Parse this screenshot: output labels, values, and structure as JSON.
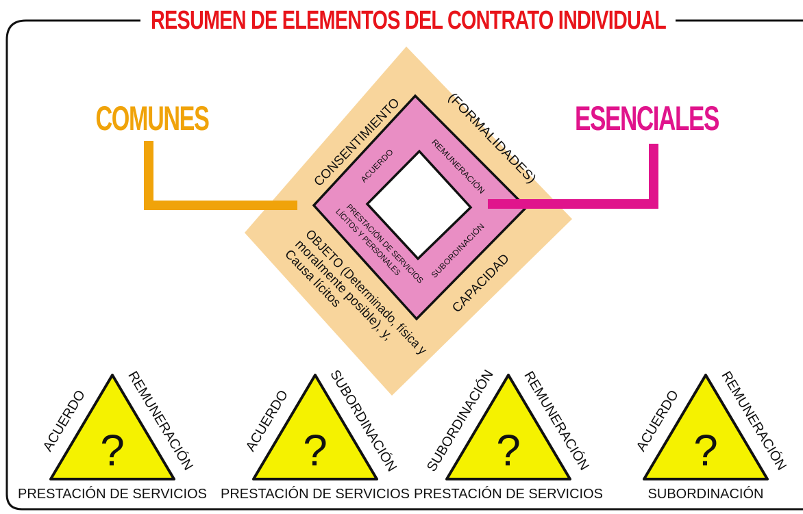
{
  "title": "RESUMEN DE ELEMENTOS DEL CONTRATO INDIVIDUAL",
  "colors": {
    "title": "#e8141a",
    "comunes": "#f0a30a",
    "esenciales": "#e0148c",
    "outer_diamond": "#f8d59c",
    "inner_diamond": "#e98ec4",
    "triangle": "#f5f200"
  },
  "categories": {
    "comunes": "COMUNES",
    "esenciales": "ESENCIALES"
  },
  "outer_labels": {
    "top_left": "CONSENTIMIENTO",
    "top_right": "(FORMALIDADES)",
    "bottom_right": "CAPACIDAD",
    "bottom_left": [
      "OBJETO (Determinado, física y",
      "moralmente posible), y,",
      "Causa lícitos"
    ]
  },
  "inner_labels": {
    "top_left": "ACUERDO",
    "top_right": "REMUNERACIÓN",
    "bottom_right": "SUBORDINACIÓN",
    "bottom_left": [
      "PRESTACIÓN DE SERVICIOS",
      "LÍCITOS Y PERSONALES"
    ]
  },
  "triangles": [
    {
      "left": "ACUERDO",
      "right": "REMUNERACIÓN",
      "base": "PRESTACIÓN DE SERVICIOS",
      "center": "?"
    },
    {
      "left": "ACUERDO",
      "right": "SUBORDINACIÓN",
      "base": "PRESTACIÓN DE SERVICIOS",
      "center": "?"
    },
    {
      "left": "SUBORDINACIÓN",
      "right": "REMUNERACIÓN",
      "base": "PRESTACIÓN DE SERVICIOS",
      "center": "?"
    },
    {
      "left": "ACUERDO",
      "right": "REMUNERACIÓN",
      "base": "SUBORDINACIÓN",
      "center": "?"
    }
  ]
}
